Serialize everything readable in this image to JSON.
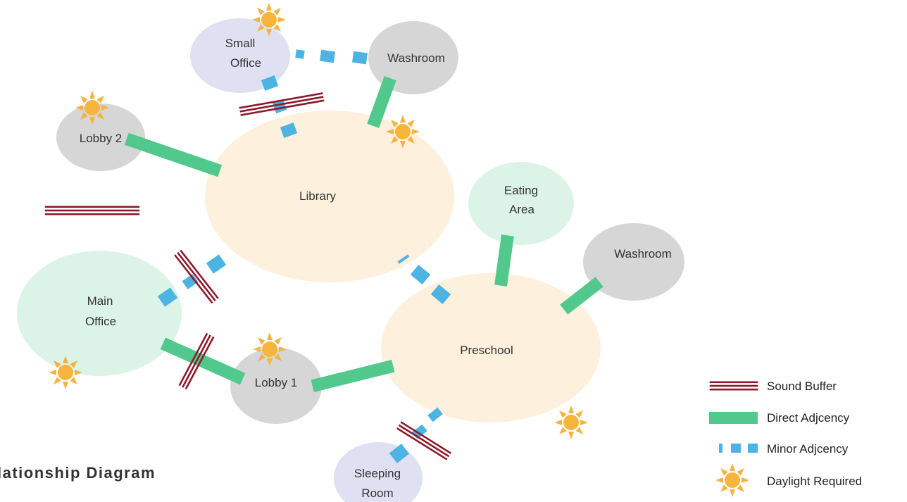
{
  "title": "lationship Diagram",
  "colors": {
    "sound_buffer": "#8b1a2c",
    "direct": "#52c98c",
    "minor": "#4cb3e3",
    "sun": "#f6b33f",
    "gray_node": "#d6d6d6",
    "library_fill": "#fdf0dc",
    "green_node": "#dcf3e8",
    "lavender_node": "#dfe1f2"
  },
  "nodes": {
    "small_office": {
      "line1": "Small",
      "line2": "Office"
    },
    "washroom_top": "Washroom",
    "lobby2": "Lobby 2",
    "library": "Library",
    "eating_area": {
      "line1": "Eating",
      "line2": "Area"
    },
    "washroom_right": "Washroom",
    "main_office": {
      "line1": "Main",
      "line2": "Office"
    },
    "lobby1": "Lobby 1",
    "preschool": "Preschool",
    "sleeping_room": {
      "line1": "Sleeping",
      "line2": "Room"
    }
  },
  "legend": {
    "sound_buffer": "Sound Buffer",
    "direct": "Direct Adjcency",
    "minor": "Minor Adjcency",
    "daylight": "Daylight Required"
  },
  "icons": {
    "sun": "sun-icon",
    "sound_buffer": "triple-line-icon"
  }
}
